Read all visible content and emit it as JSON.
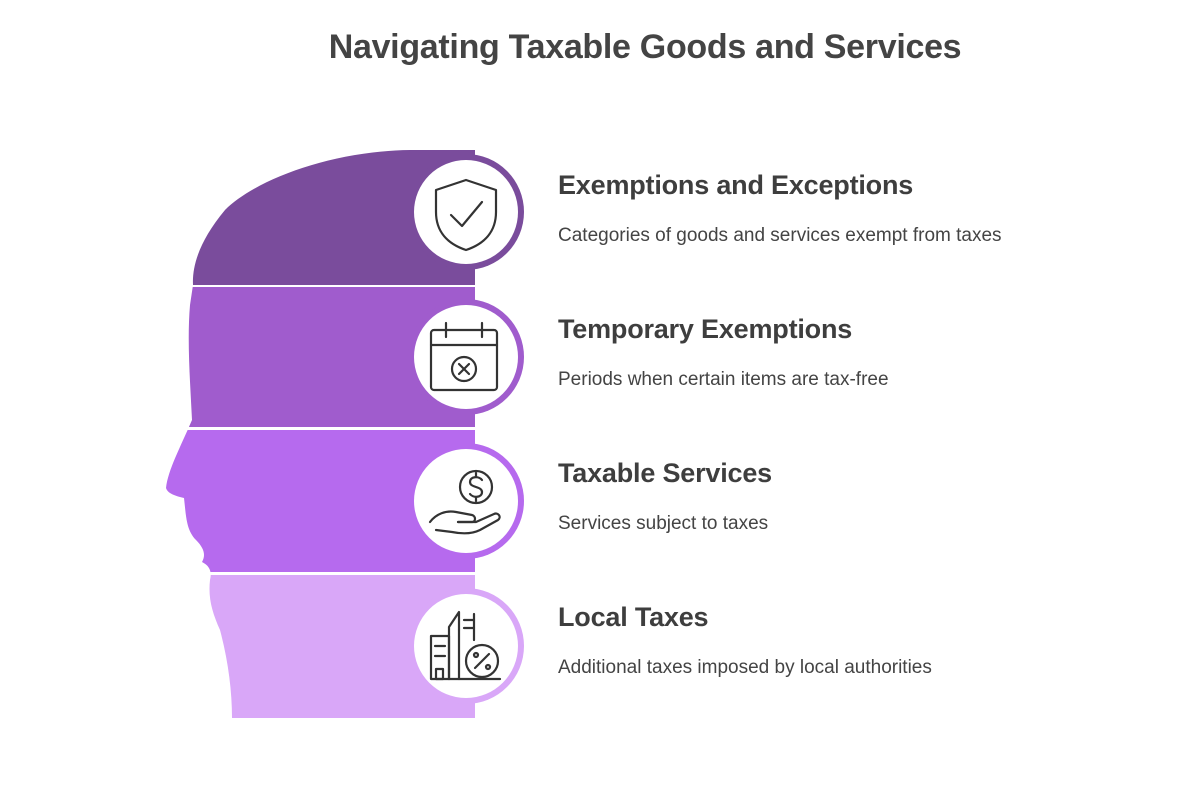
{
  "title": "Navigating Taxable Goods and Services",
  "colors": {
    "band_1": "#7A4C9C",
    "band_2": "#A05CCD",
    "band_3": "#B66AEE",
    "band_4": "#D9A7F8",
    "title_text": "#444444",
    "icon_stroke": "#333333"
  },
  "items": [
    {
      "title": "Exemptions and Exceptions",
      "description": "Categories of goods and services exempt from taxes",
      "icon": "shield-check-icon"
    },
    {
      "title": "Temporary Exemptions",
      "description": "Periods when certain items are tax-free",
      "icon": "calendar-x-icon"
    },
    {
      "title": "Taxable Services",
      "description": "Services subject to taxes",
      "icon": "hand-dollar-icon"
    },
    {
      "title": "Local Taxes",
      "description": "Additional taxes imposed by local authorities",
      "icon": "buildings-percent-icon"
    }
  ]
}
